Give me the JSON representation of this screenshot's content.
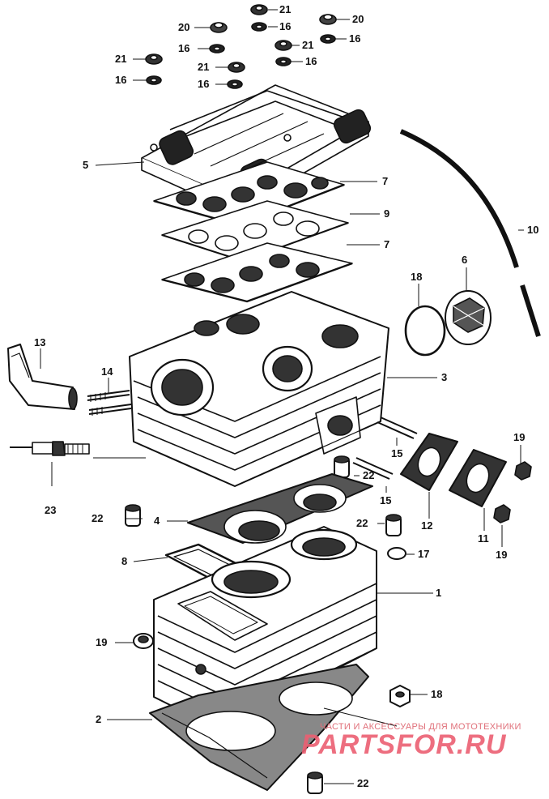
{
  "callouts": {
    "c21a": "21",
    "c20a": "20",
    "c16a": "16",
    "c20b": "20",
    "c16b": "16",
    "c16c": "16",
    "c21b": "21",
    "c21c": "21",
    "c21d": "21",
    "c16d": "16",
    "c16e": "16",
    "c16f": "16",
    "c5": "5",
    "c7a": "7",
    "c9": "9",
    "c7b": "7",
    "c10": "10",
    "c18a": "18",
    "c6": "6",
    "c13": "13",
    "c14": "14",
    "c3": "3",
    "c15a": "15",
    "c19a": "19",
    "c23": "23",
    "c22a": "22",
    "c15b": "15",
    "c12": "12",
    "c11": "11",
    "c22b": "22",
    "c4": "4",
    "c22c": "22",
    "c19b": "19",
    "c8": "8",
    "c17": "17",
    "c1": "1",
    "c19c": "19",
    "c18b": "18",
    "c2": "2",
    "c22d": "22"
  },
  "watermark": {
    "tagline": "ЧАСТИ И АКСЕССУАРЫ ДЛЯ МОТОТЕХНИКИ",
    "logo": "PARTSFOR.RU"
  },
  "colors": {
    "ink": "#111111",
    "paper": "#ffffff",
    "watermark": "#ec5f72"
  }
}
